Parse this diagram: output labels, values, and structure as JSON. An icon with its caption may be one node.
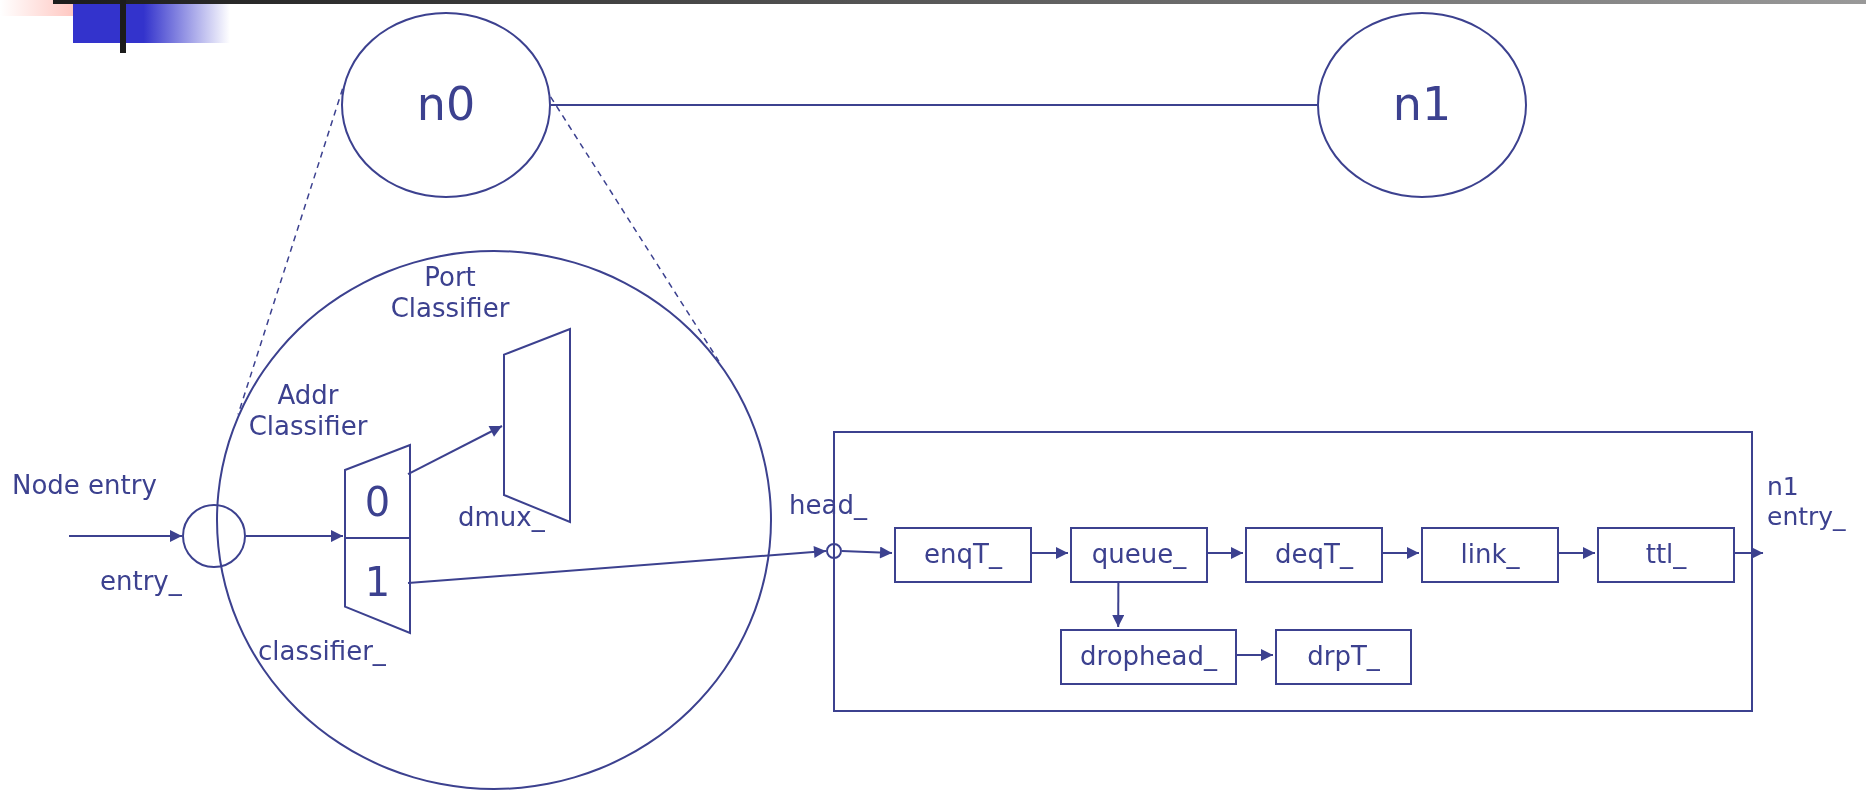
{
  "diagram": {
    "nodes": [
      {
        "text": [
          "n0"
        ]
      },
      {
        "text": [
          "n1"
        ]
      },
      {
        "text": [],
        "shape": "circle"
      },
      {
        "text": [],
        "shape": "circle",
        "beside": [
          "Node entry",
          "entry_"
        ]
      },
      {
        "text": [
          "0",
          "1"
        ],
        "beside": [
          "Addr Classifier",
          "classifier_"
        ],
        "in": 2
      },
      {
        "text": [],
        "shape": "trapezoid",
        "beside": [
          "Port Classifier",
          "dmux_"
        ],
        "in": 2
      },
      {
        "text": [],
        "shape": "box"
      },
      {
        "text": [],
        "shape": "circle",
        "beside": [
          "head_"
        ]
      },
      {
        "text": [
          "enqT_"
        ],
        "in": 6
      },
      {
        "text": [
          "queue_"
        ],
        "in": 6
      },
      {
        "text": [
          "deqT_"
        ],
        "in": 6
      },
      {
        "text": [
          "link_"
        ],
        "in": 6
      },
      {
        "text": [
          "ttl_"
        ],
        "in": 6
      },
      {
        "text": [
          "drophead_"
        ],
        "in": 6
      },
      {
        "text": [
          "drpT_"
        ],
        "in": 6
      },
      {
        "text": [
          "n1 entry_"
        ]
      }
    ],
    "edges": [
      {
        "from": 0,
        "to": 1,
        "arrow": "none"
      },
      {
        "from": 0,
        "to": 2,
        "arrow": "none",
        "style": "dashed"
      },
      {
        "from": 0,
        "to": 2,
        "arrow": "none",
        "style": "dashed"
      },
      {
        "from": null,
        "to": 3,
        "arrow": "to"
      },
      {
        "from": 3,
        "to": 4,
        "arrow": "to"
      },
      {
        "from": 4,
        "to": 5,
        "arrow": "to"
      },
      {
        "from": 4,
        "to": 7,
        "arrow": "to"
      },
      {
        "from": 7,
        "to": 8,
        "arrow": "to"
      },
      {
        "from": 8,
        "to": 9,
        "arrow": "to"
      },
      {
        "from": 9,
        "to": 10,
        "arrow": "to"
      },
      {
        "from": 10,
        "to": 11,
        "arrow": "to"
      },
      {
        "from": 11,
        "to": 12,
        "arrow": "to"
      },
      {
        "from": 12,
        "to": 15,
        "arrow": "to"
      },
      {
        "from": 9,
        "to": 13,
        "arrow": "to"
      },
      {
        "from": 13,
        "to": 14,
        "arrow": "to"
      }
    ]
  }
}
